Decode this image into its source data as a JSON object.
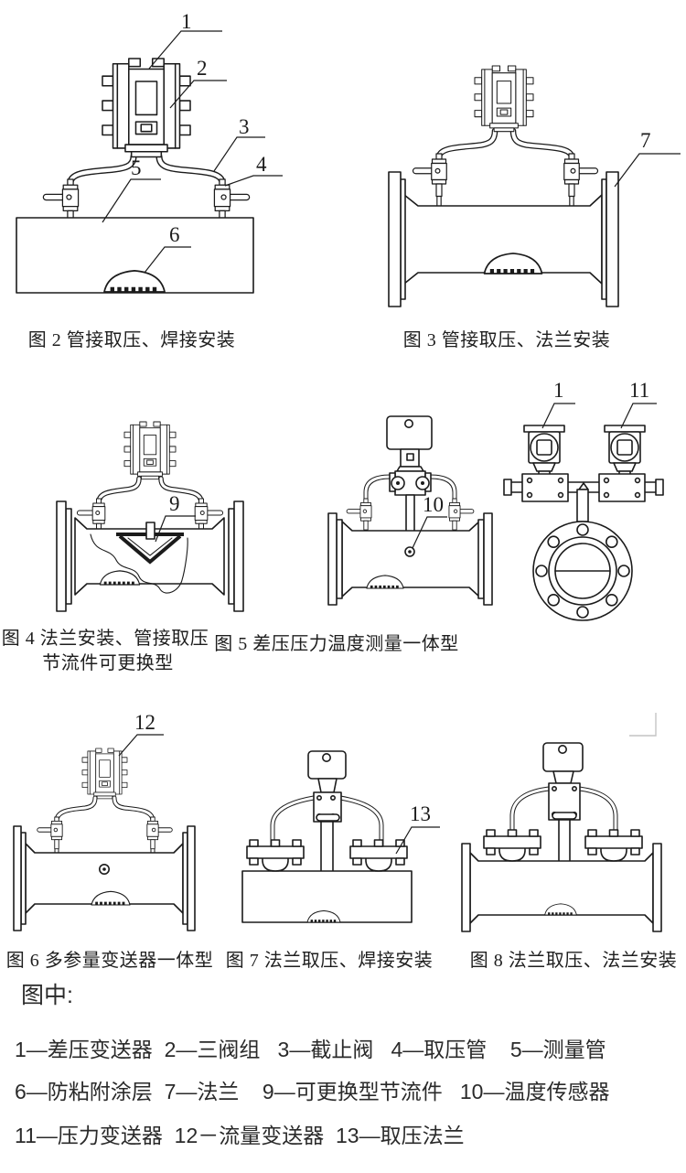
{
  "page": {
    "title": "流量计安装方式图示",
    "ink_color": "#1b1b1b",
    "background": "#ffffff",
    "faint_mark_color": "#c4c4c4"
  },
  "figures": [
    {
      "id": "fig2",
      "caption": "图 2 管接取压、焊接安装",
      "callouts": [
        "1",
        "2",
        "3",
        "4",
        "5",
        "6"
      ]
    },
    {
      "id": "fig3",
      "caption": "图 3 管接取压、法兰安装",
      "callouts": [
        "7"
      ]
    },
    {
      "id": "fig4",
      "caption_line1": "图 4 法兰安装、管接取压",
      "caption_line2": "节流件可更换型",
      "callouts": [
        "9"
      ]
    },
    {
      "id": "fig5",
      "caption": "图 5 差压压力温度测量一体型",
      "callouts": [
        "10",
        "1",
        "11"
      ]
    },
    {
      "id": "fig6",
      "caption": "图 6 多参量变送器一体型",
      "callouts": [
        "12"
      ]
    },
    {
      "id": "fig7",
      "caption": "图 7 法兰取压、焊接安装",
      "callouts": [
        "13"
      ]
    },
    {
      "id": "fig8",
      "caption": "图 8 法兰取压、法兰安装",
      "callouts": []
    }
  ],
  "legend": {
    "header": "图中:",
    "rows": [
      "1—差压变送器  2—三阀组   3—截止阀   4—取压管    5—测量管",
      "6—防粘附涂层  7—法兰    9—可更换型节流件   10—温度传感器",
      "11—压力变送器  12－流量变送器  13—取压法兰"
    ],
    "items": [
      {
        "num": "1",
        "name": "差压变送器"
      },
      {
        "num": "2",
        "name": "三阀组"
      },
      {
        "num": "3",
        "name": "截止阀"
      },
      {
        "num": "4",
        "name": "取压管"
      },
      {
        "num": "5",
        "name": "测量管"
      },
      {
        "num": "6",
        "name": "防粘附涂层"
      },
      {
        "num": "7",
        "name": "法兰"
      },
      {
        "num": "9",
        "name": "可更换型节流件"
      },
      {
        "num": "10",
        "name": "温度传感器"
      },
      {
        "num": "11",
        "name": "压力变送器"
      },
      {
        "num": "12",
        "name": "流量变送器"
      },
      {
        "num": "13",
        "name": "取压法兰"
      }
    ]
  }
}
